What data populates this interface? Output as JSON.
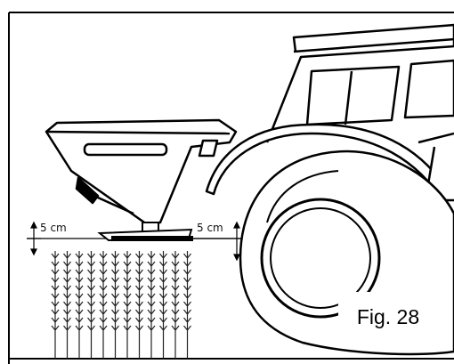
{
  "figure": {
    "caption": "Fig. 28"
  },
  "dimensions": {
    "left_height": "5 cm",
    "right_height": "5 cm"
  }
}
